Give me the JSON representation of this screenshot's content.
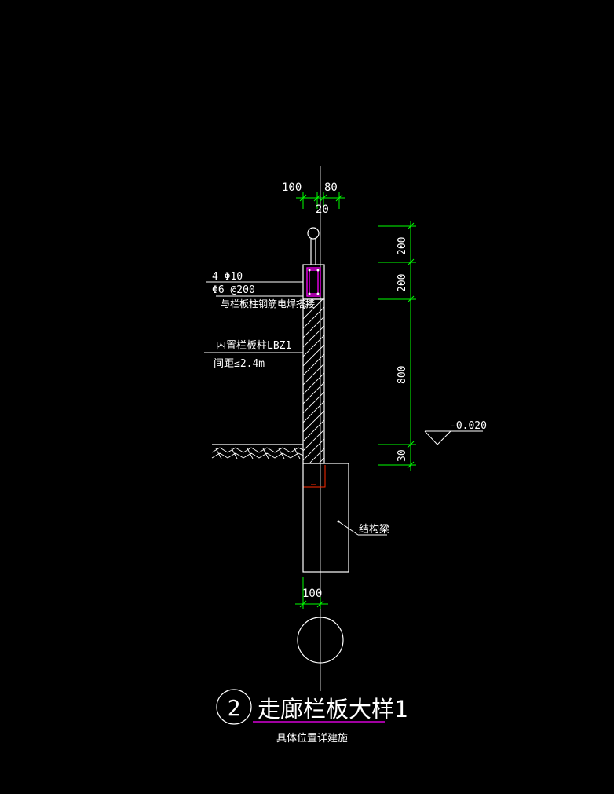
{
  "title": {
    "detail_number": "2",
    "name": "走廊栏板大样1",
    "note": "具体位置详建施"
  },
  "top_dimensions": {
    "left": "100",
    "right": "80",
    "center": "20"
  },
  "right_dimensions": {
    "d1": "200",
    "d2": "200",
    "d3": "800",
    "d4": "30"
  },
  "bottom_dimension": "100",
  "elevation": "-0.020",
  "callouts": {
    "rebar_main": "4 Φ10",
    "rebar_stirrup": "Φ6 @200",
    "weld_note": "与栏板柱钢筋电焊搭接",
    "column_name": "内置栏板柱LBZ1",
    "column_spacing": "间距≤2.4m",
    "beam_label": "结构梁"
  },
  "colors": {
    "line": "#ffffff",
    "dimension": "#00ff00",
    "rebar": "#ff00ff",
    "anchor": "#ff2a00",
    "title_underline": "#ff00ff",
    "background": "#000000"
  }
}
